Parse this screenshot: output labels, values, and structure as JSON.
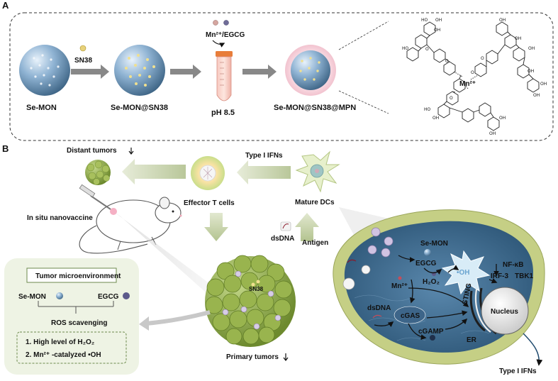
{
  "panel_a": {
    "letter": "A",
    "se_mon": "Se-MON",
    "sn38": "SN38",
    "se_mon_sn38": "Se-MON@SN38",
    "mn_egcg": "Mn²⁺/EGCG",
    "ph": "pH 8.5",
    "final": "Se-MON@SN38@MPN",
    "mn_center": "Mn²⁺",
    "oh_group": "OH",
    "o_group": "O",
    "ho_group": "HO"
  },
  "panel_b": {
    "letter": "B",
    "distant_tumors": "Distant tumors",
    "type_ifns_top": "Type I IFNs",
    "effector_t": "Effector T cells",
    "mature_dcs": "Mature DCs",
    "insitu": "In situ nanovaccine",
    "dsdna_left": "dsDNA",
    "antigen": "Antigen",
    "sn38_tumor": "SN38",
    "primary_tumors": "Primary tumors",
    "tme_title": "Tumor microenvironment",
    "tme_semon": "Se-MON",
    "tme_egcg": "EGCG",
    "ros": "ROS scavenging",
    "item1": "1. High level of H₂O₂",
    "item2": "2. Mn²⁺ -catalyzed •OH",
    "cell_semon": "Se-MON",
    "cell_egcg": "EGCG",
    "cell_oh": "•OH",
    "cell_h2o2": "H₂O₂",
    "cell_mn": "Mn²⁺",
    "cell_dsdna": "dsDNA",
    "cell_cgas": "cGAS",
    "cell_cgamp": "cGAMP",
    "cell_sting": "STING",
    "cell_er": "ER",
    "cell_nucleus": "Nucleus",
    "cell_nfkb": "NF-κB",
    "cell_irf3": "IRF-3",
    "cell_tbk1": "TBK1",
    "type_ifns_bottom": "Type I IFNs"
  }
}
